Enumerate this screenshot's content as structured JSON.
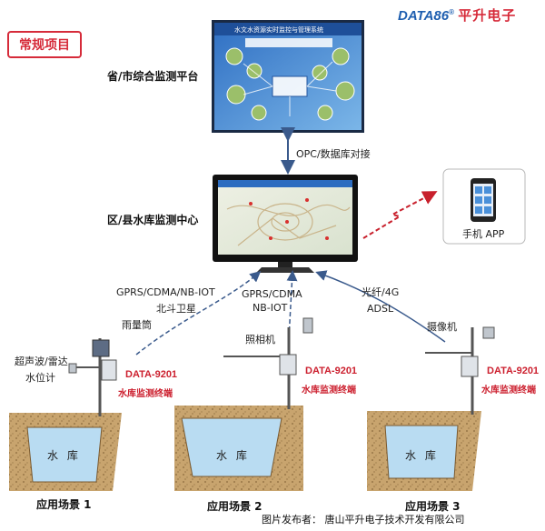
{
  "badge": {
    "label": "常规项目"
  },
  "brand": {
    "en": "DATA86",
    "reg": "®",
    "cn": "平升电子"
  },
  "platform": {
    "label": "省/市综合监测平台",
    "screen_title": "水文水资源实时监控与管理系统"
  },
  "link_opc": {
    "label": "OPC/数据库对接"
  },
  "center": {
    "label": "区/县水库监测中心"
  },
  "app": {
    "label": "手机 APP"
  },
  "comm": {
    "left_1": "GPRS/CDMA/NB-IOT",
    "left_2": "北斗卫星",
    "mid_1": "GPRS/CDMA",
    "mid_2": "NB-IOT",
    "right_1": "光纤/4G",
    "right_2": "ADSL"
  },
  "sensors": {
    "rain_gauge": "雨量筒",
    "water_level_1": "超声波/雷达",
    "water_level_2": "水位计",
    "camera": "照相机",
    "video": "摄像机"
  },
  "terminal": {
    "model": "DATA-9201",
    "name": "水库监测终端"
  },
  "reservoir": {
    "label": "水 库"
  },
  "scenes": [
    "应用场景 1",
    "应用场景 2",
    "应用场景 3"
  ],
  "credit": {
    "label": "图片发布者：  唐山平升电子技术开发有限公司"
  },
  "colors": {
    "accent_red": "#d62b3a",
    "brand_blue": "#1f5fb0",
    "link_blue": "#3a5a8c",
    "soil": "#c8a46e",
    "water": "#b9dcf2"
  }
}
